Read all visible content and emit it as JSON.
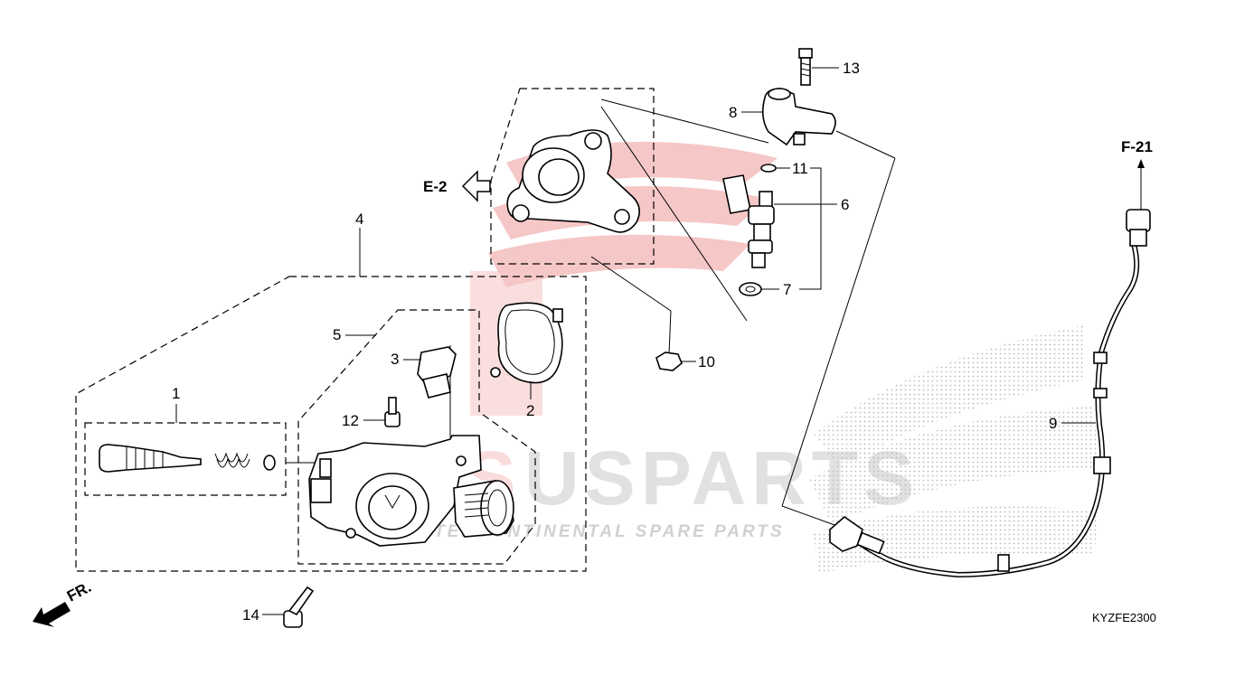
{
  "diagram": {
    "code": "KYZFE2300",
    "front_label": "FR.",
    "refs": [
      {
        "id": "ref-e2",
        "text": "E-2"
      },
      {
        "id": "ref-f21",
        "text": "F-21"
      }
    ],
    "callouts": [
      "1",
      "2",
      "3",
      "4",
      "5",
      "6",
      "7",
      "8",
      "9",
      "10",
      "11",
      "12",
      "13",
      "14"
    ]
  },
  "watermark": {
    "brand": "USPARTS",
    "tagline": "INTERCONTINENTAL SPARE PARTS",
    "brand_color": "#e23b3b",
    "text_color": "#bdbdbd"
  },
  "colors": {
    "line": "#000000",
    "background": "#ffffff",
    "watermark_red": "#e23b3b"
  },
  "icons": {
    "front_arrow": "arrow-down-left-icon",
    "ref_arrow_left": "hollow-arrow-left-icon",
    "ref_arrow_up": "arrow-up-icon"
  }
}
